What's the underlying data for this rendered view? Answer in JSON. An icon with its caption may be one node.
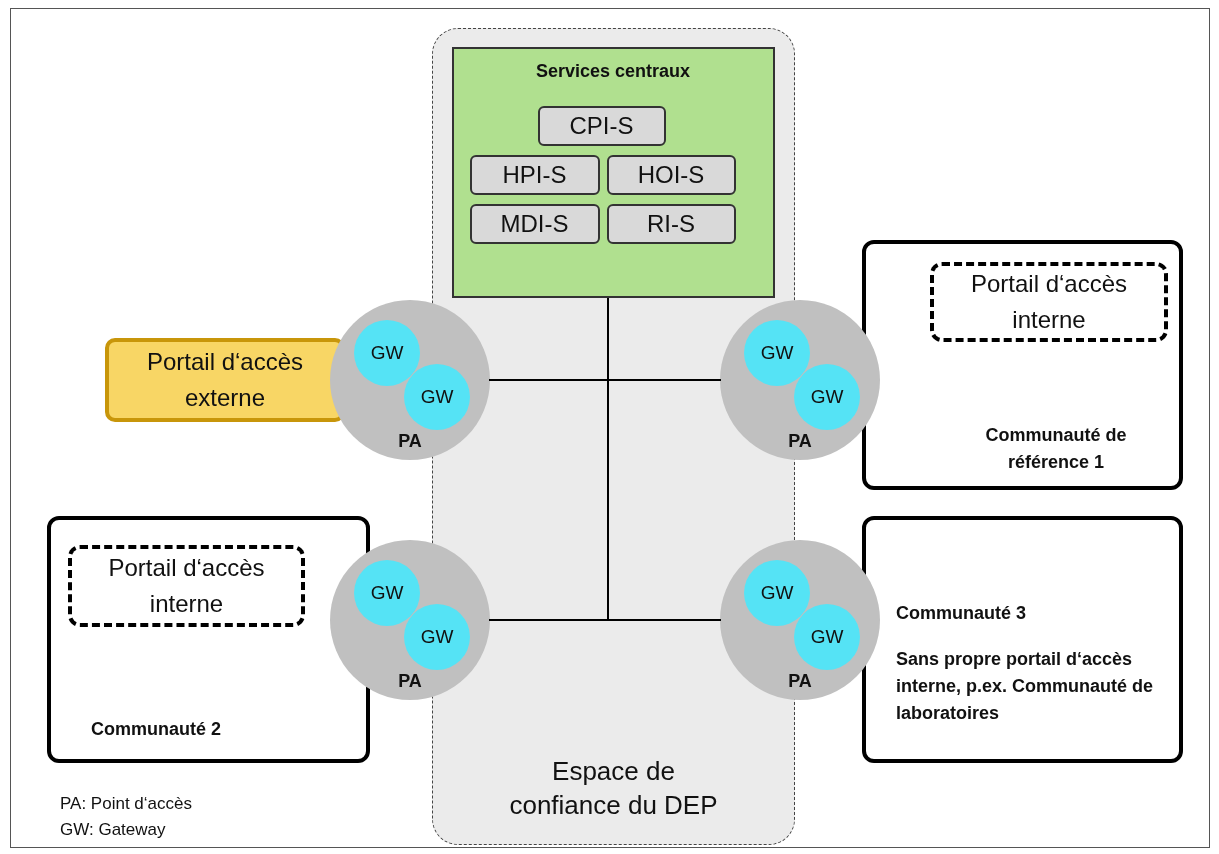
{
  "diagram": {
    "nodes": [
      {
        "text": [
          "Espace de confiance du DEP"
        ]
      },
      {
        "text": [
          "Services centraux"
        ],
        "in": 0
      },
      {
        "text": [
          "CPI-S"
        ],
        "in": 1
      },
      {
        "text": [
          "HPI-S"
        ],
        "in": 1
      },
      {
        "text": [
          "HOI-S"
        ],
        "in": 1
      },
      {
        "text": [
          "MDI-S"
        ],
        "in": 1
      },
      {
        "text": [
          "RI-S"
        ],
        "in": 1
      },
      {
        "text": [
          "Portail d‘accès externe"
        ]
      },
      {
        "text": [
          "PA"
        ]
      },
      {
        "text": [
          "GW"
        ],
        "in": 8
      },
      {
        "text": [
          "GW"
        ],
        "in": 8
      },
      {
        "text": [
          "Communauté de référence 1"
        ]
      },
      {
        "text": [
          "Portail d‘accès interne"
        ],
        "in": 11
      },
      {
        "text": [
          "PA"
        ]
      },
      {
        "text": [
          "GW"
        ],
        "in": 13
      },
      {
        "text": [
          "GW"
        ],
        "in": 13
      },
      {
        "text": [
          "Communauté 2"
        ]
      },
      {
        "text": [
          "Portail d‘accès interne"
        ],
        "in": 16
      },
      {
        "text": [
          "PA"
        ]
      },
      {
        "text": [
          "GW"
        ],
        "in": 18
      },
      {
        "text": [
          "GW"
        ],
        "in": 18
      },
      {
        "text": [
          "Communauté 3",
          "Sans propre portail d‘accès interne, p.ex. Communauté de laboratoires"
        ]
      },
      {
        "text": [
          "PA"
        ]
      },
      {
        "text": [
          "GW"
        ],
        "in": 22
      },
      {
        "text": [
          "GW"
        ],
        "in": 22
      }
    ],
    "edges": [
      {
        "from": 1,
        "to": 8,
        "arrow": "none"
      },
      {
        "from": 1,
        "to": 13,
        "arrow": "none"
      },
      {
        "from": 1,
        "to": 18,
        "arrow": "none"
      },
      {
        "from": 1,
        "to": 22,
        "arrow": "none"
      }
    ],
    "labels": [
      "PA: Point d‘accès",
      "GW: Gateway"
    ]
  }
}
